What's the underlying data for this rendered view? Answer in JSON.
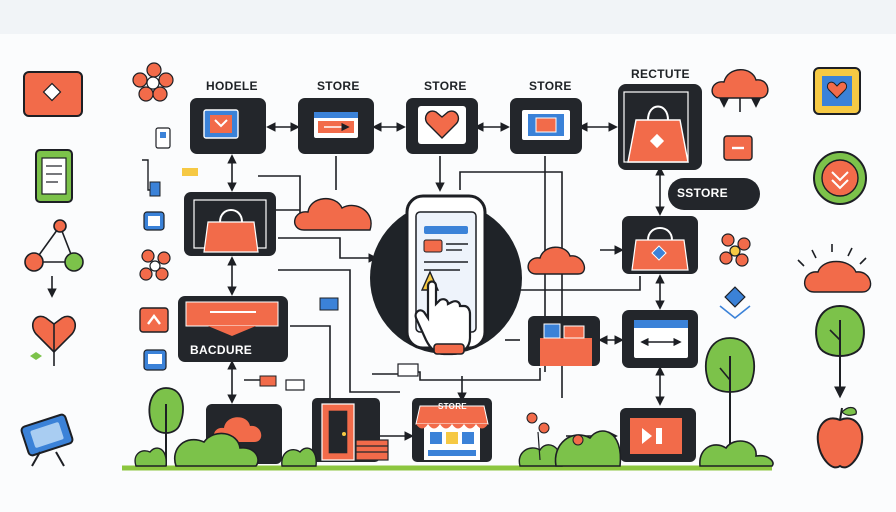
{
  "labels": {
    "node_1": "HODELE",
    "node_2": "STORE",
    "node_3": "STORE",
    "node_4": "STORE",
    "node_5": "RECTUTE",
    "store_pill": "SSTORE",
    "badge": "BACDURE",
    "shop_sign": "STORE"
  },
  "colors": {
    "outline": "#1d1f24",
    "node_fill": "#23262b",
    "orange": "#f26b4a",
    "blue": "#3b82d8",
    "green": "#7cc24a",
    "yellow": "#f6c944"
  }
}
